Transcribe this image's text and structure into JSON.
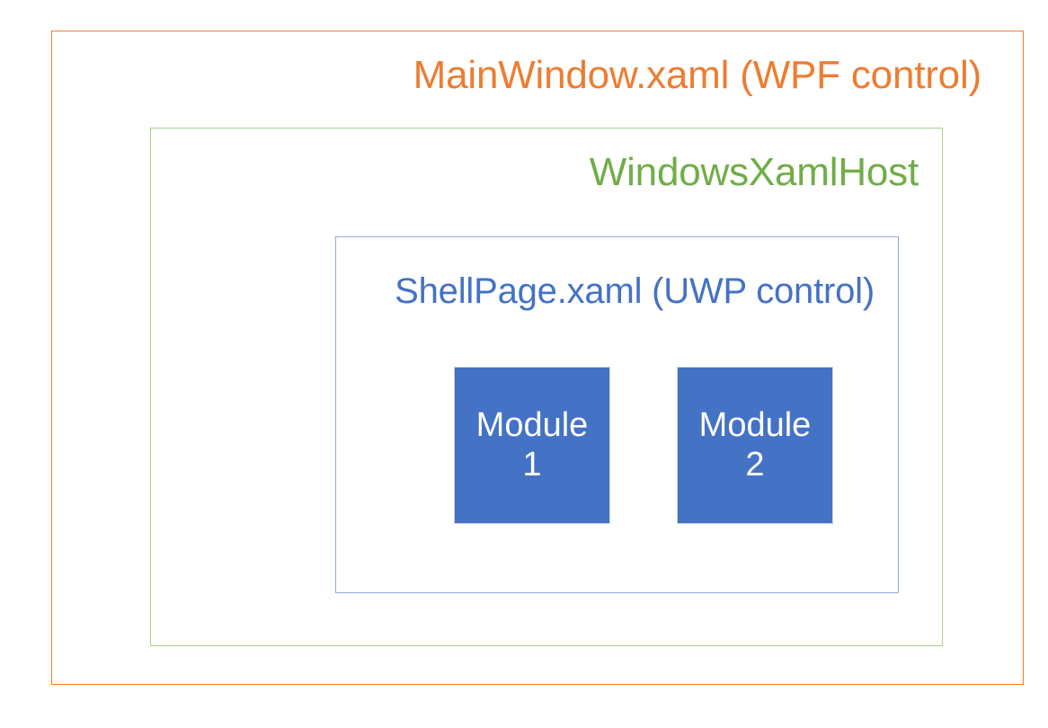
{
  "diagram": {
    "background_color": "#FFFFFF",
    "layers": [
      {
        "key": "main_window",
        "label": "MainWindow.xaml (WPF control)",
        "border_color": "#ED7D31",
        "text_color": "#ED7D31"
      },
      {
        "key": "xaml_host",
        "label": "WindowsXamlHost",
        "border_color": "#A9D18E",
        "text_color": "#70AD47"
      },
      {
        "key": "shell_page",
        "label": "ShellPage.xaml (UWP control)",
        "border_color": "#8FAADC",
        "text_color": "#4472C4"
      }
    ],
    "modules": [
      {
        "key": "module_1",
        "name_line": "Module",
        "number_line": "1",
        "fill_color": "#4472C4",
        "text_color": "#FFFFFF"
      },
      {
        "key": "module_2",
        "name_line": "Module",
        "number_line": "2",
        "fill_color": "#4472C4",
        "text_color": "#FFFFFF"
      }
    ]
  }
}
